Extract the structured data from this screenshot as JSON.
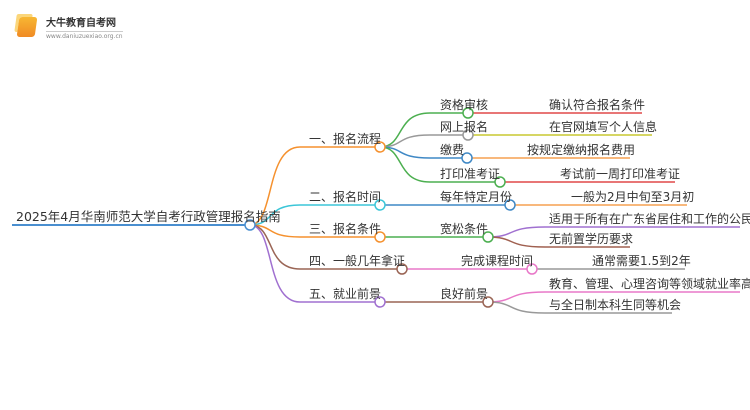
{
  "logo": {
    "title": "大牛教育自考网",
    "url": "www.daniuzuexiao.org.cn"
  },
  "root": {
    "label": "2025年4月华南师范大学自考行政管理报名指南",
    "color": "#4a8fd0"
  },
  "branches": [
    {
      "label": "一、报名流程",
      "color": "#f5912e",
      "children": [
        {
          "label": "资格审核",
          "color": "#4caf50",
          "leaf": "确认符合报名条件",
          "leaf_color": "#e04848"
        },
        {
          "label": "网上报名",
          "color": "#999999",
          "leaf": "在官网填写个人信息",
          "leaf_color": "#c8c830"
        },
        {
          "label": "缴费",
          "color": "#3f88c5",
          "leaf": "按规定缴纳报名费用",
          "leaf_color": "#f5a050"
        },
        {
          "label": "打印准考证",
          "color": "#4caf50",
          "leaf": "考试前一周打印准考证",
          "leaf_color": "#e04848"
        }
      ]
    },
    {
      "label": "二、报名时间",
      "color": "#3cc6d8",
      "children": [
        {
          "label": "每年特定月份",
          "color": "#3f88c5",
          "leaf": "一般为2月中旬至3月初",
          "leaf_color": "#f5a050"
        }
      ]
    },
    {
      "label": "三、报名条件",
      "color": "#f5912e",
      "children": [
        {
          "label": "宽松条件",
          "color": "#4caf50",
          "leaves": [
            {
              "text": "适用于所有在广东省居住和工作的公民",
              "color": "#a070d0"
            },
            {
              "text": "无前置学历要求",
              "color": "#a06050"
            }
          ]
        }
      ]
    },
    {
      "label": "四、一般几年拿证",
      "color": "#9a6555",
      "children": [
        {
          "label": "完成课程时间",
          "color": "#e878c8",
          "leaf": "通常需要1.5到2年",
          "leaf_color": "#999999"
        }
      ]
    },
    {
      "label": "五、就业前景",
      "color": "#a070d0",
      "children": [
        {
          "label": "良好前景",
          "color": "#9a6555",
          "leaves": [
            {
              "text": "教育、管理、心理咨询等领域就业率高",
              "color": "#e878c8"
            },
            {
              "text": "与全日制本科生同等机会",
              "color": "#999999"
            }
          ]
        }
      ]
    }
  ]
}
